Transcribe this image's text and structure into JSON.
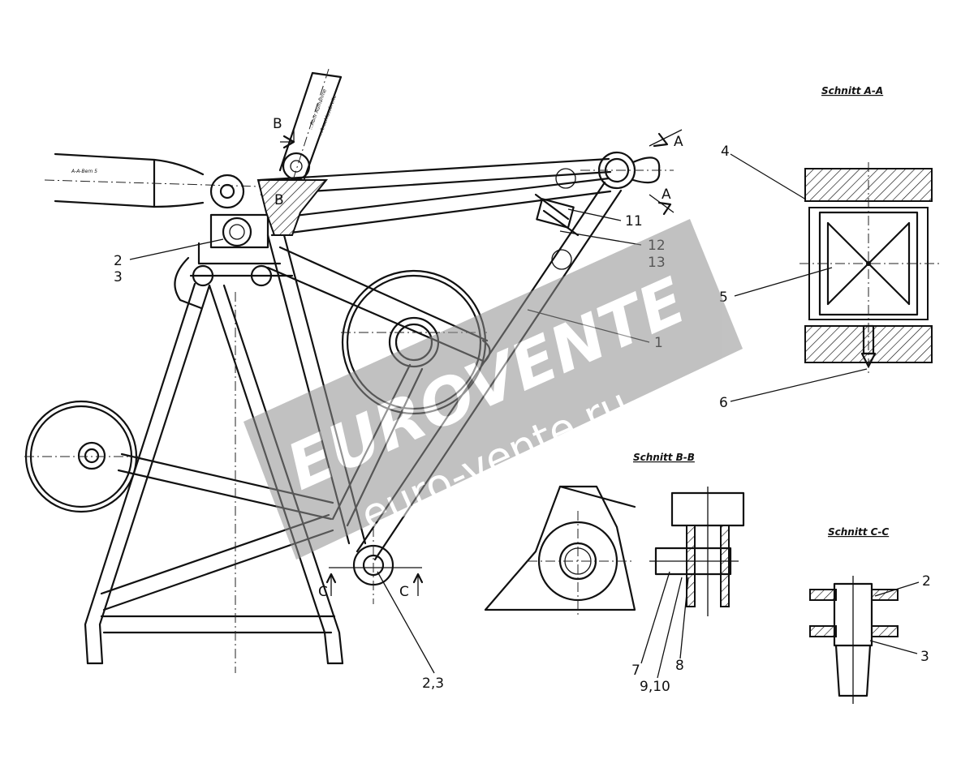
{
  "sections": {
    "aa_title": "Schnitt A-A",
    "bb_title": "Schnitt B-B",
    "cc_title": "Schnitt C-C"
  },
  "cut_markers": {
    "a_top": "A",
    "a_bottom": "A",
    "b_left": "B",
    "b_right": "B",
    "c_left": "C",
    "c_right": "C"
  },
  "part_labels": {
    "p1": "1",
    "p2": "2",
    "p3": "3",
    "p4": "4",
    "p5": "5",
    "p6": "6",
    "p7": "7",
    "p8": "8",
    "p910": "9,10",
    "p11": "11",
    "p12": "12",
    "p13": "13",
    "p23": "2,3",
    "cc2": "2",
    "cc3": "3"
  },
  "small_notes": {
    "boom_note": "A-A-Bem 5",
    "arm_note_1": "...Rohr Aufnahme",
    "arm_note_2": "...Anschlussbreite"
  },
  "watermark": {
    "brand": "EUROVENTE",
    "url": "euro-vente.ru",
    "color": "#9a9a9a"
  }
}
